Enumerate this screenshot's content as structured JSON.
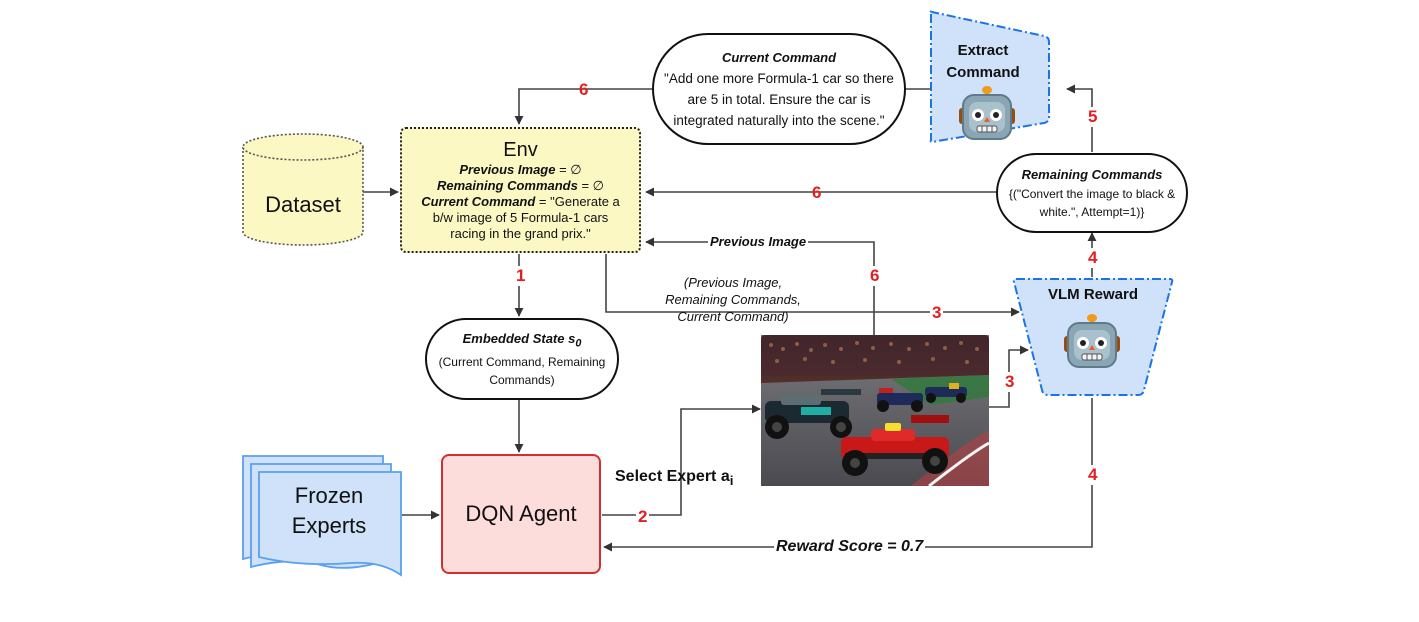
{
  "dataset": {
    "label": "Dataset"
  },
  "env": {
    "title": "Env",
    "prev_image_key": "Previous Image",
    "prev_image_val": " = ∅",
    "remaining_key": "Remaining Commands",
    "remaining_val": " = ∅",
    "current_key": "Current Command",
    "current_val_1": " = \"Generate a",
    "current_val_2": "b/w image of 5 Formula-1 cars",
    "current_val_3": "racing in the grand prix.\""
  },
  "current_command": {
    "title": "Current Command",
    "line1": "\"Add one more Formula-1 car so there",
    "line2": "are 5 in total. Ensure the car is",
    "line3": "integrated naturally into the scene.\""
  },
  "extract_command": {
    "line1": "Extract",
    "line2": "Command"
  },
  "remaining_commands": {
    "title": "Remaining Commands",
    "line1": "{(\"Convert the image to black &",
    "line2": "white.\", Attempt=1)}"
  },
  "vlm_reward": {
    "title": "VLM Reward"
  },
  "embedded_state": {
    "title": "Embedded State s",
    "title_sub": "0",
    "line1": "(Current Command, Remaining",
    "line2": "Commands)"
  },
  "dqn_agent": {
    "label": "DQN Agent"
  },
  "frozen_experts": {
    "line1": "Frozen",
    "line2": "Experts"
  },
  "labels": {
    "previous_image": "Previous Image",
    "triple_1": "(Previous Image,",
    "triple_2": "Remaining Commands,",
    "triple_3": "Current Command)",
    "select_expert": "Select Expert a",
    "select_expert_sub": "i",
    "reward_score": "Reward Score = 0.7"
  },
  "steps": {
    "s1": "1",
    "s2": "2",
    "s3a": "3",
    "s3b": "3",
    "s4a": "4",
    "s4b": "4",
    "s5": "5",
    "s6a": "6",
    "s6b": "6",
    "s6c": "6"
  },
  "colors": {
    "env_fill": "#fbf8c4",
    "dataset_fill": "#fbf8c4",
    "agent_fill": "#fddcdc",
    "agent_stroke": "#d23030",
    "robot_fill": "#cfe2fa",
    "robot_stroke": "#1a73e8",
    "experts_fill": "#cfe2fa",
    "experts_stroke": "#5aa0ee",
    "step_red": "#e02020"
  },
  "icons": {
    "robot": "robot-icon",
    "race_image": "formula-1-race-image"
  }
}
